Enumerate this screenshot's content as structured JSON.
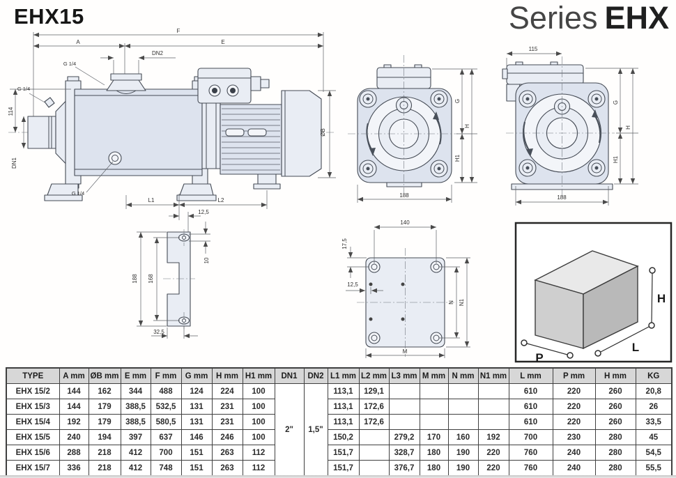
{
  "page": {
    "model_title": "EHX15",
    "series_prefix": "Series",
    "series_name": "EHX"
  },
  "dims": {
    "f": "F",
    "a": "A",
    "e": "E",
    "dn2": "DN2",
    "g_quarter": "G 1/4",
    "h114": "114",
    "dn1": "DN1",
    "ob": "ØB",
    "l1": "L1",
    "l2": "L2",
    "off12_5": "12,5",
    "b188": "188",
    "b168": "168",
    "b32_5": "32,5",
    "b10": "10",
    "g": "G",
    "h": "H",
    "h1": "H1",
    "w188": "188",
    "w115": "115",
    "p140": "140",
    "p17_5": "17,5",
    "p12_5": "12,5",
    "n": "N",
    "n1": "N1",
    "m": "M",
    "box_p": "P",
    "box_l": "L",
    "box_h": "H"
  },
  "table": {
    "headers": [
      "TYPE",
      "A mm",
      "ØB mm",
      "E mm",
      "F mm",
      "G mm",
      "H mm",
      "H1 mm",
      "DN1",
      "DN2",
      "L1 mm",
      "L2 mm",
      "L3 mm",
      "M mm",
      "N mm",
      "N1 mm",
      "L mm",
      "P mm",
      "H mm",
      "KG"
    ],
    "dn1_value": "2\"",
    "dn2_value": "1,5\"",
    "rows": [
      [
        "EHX 15/2",
        "144",
        "162",
        "344",
        "488",
        "124",
        "224",
        "100",
        "113,1",
        "129,1",
        "",
        "",
        "",
        "",
        "610",
        "220",
        "260",
        "20,8"
      ],
      [
        "EHX 15/3",
        "144",
        "179",
        "388,5",
        "532,5",
        "131",
        "231",
        "100",
        "113,1",
        "172,6",
        "",
        "",
        "",
        "",
        "610",
        "220",
        "260",
        "26"
      ],
      [
        "EHX 15/4",
        "192",
        "179",
        "388,5",
        "580,5",
        "131",
        "231",
        "100",
        "113,1",
        "172,6",
        "",
        "",
        "",
        "",
        "610",
        "220",
        "260",
        "33,5"
      ],
      [
        "EHX 15/5",
        "240",
        "194",
        "397",
        "637",
        "146",
        "246",
        "100",
        "150,2",
        "",
        "279,2",
        "170",
        "160",
        "192",
        "700",
        "230",
        "280",
        "45"
      ],
      [
        "EHX 15/6",
        "288",
        "218",
        "412",
        "700",
        "151",
        "263",
        "112",
        "151,7",
        "",
        "328,7",
        "180",
        "190",
        "220",
        "760",
        "240",
        "280",
        "54,5"
      ],
      [
        "EHX 15/7",
        "336",
        "218",
        "412",
        "748",
        "151",
        "263",
        "112",
        "151,7",
        "",
        "376,7",
        "180",
        "190",
        "220",
        "760",
        "240",
        "280",
        "55,5"
      ]
    ]
  }
}
